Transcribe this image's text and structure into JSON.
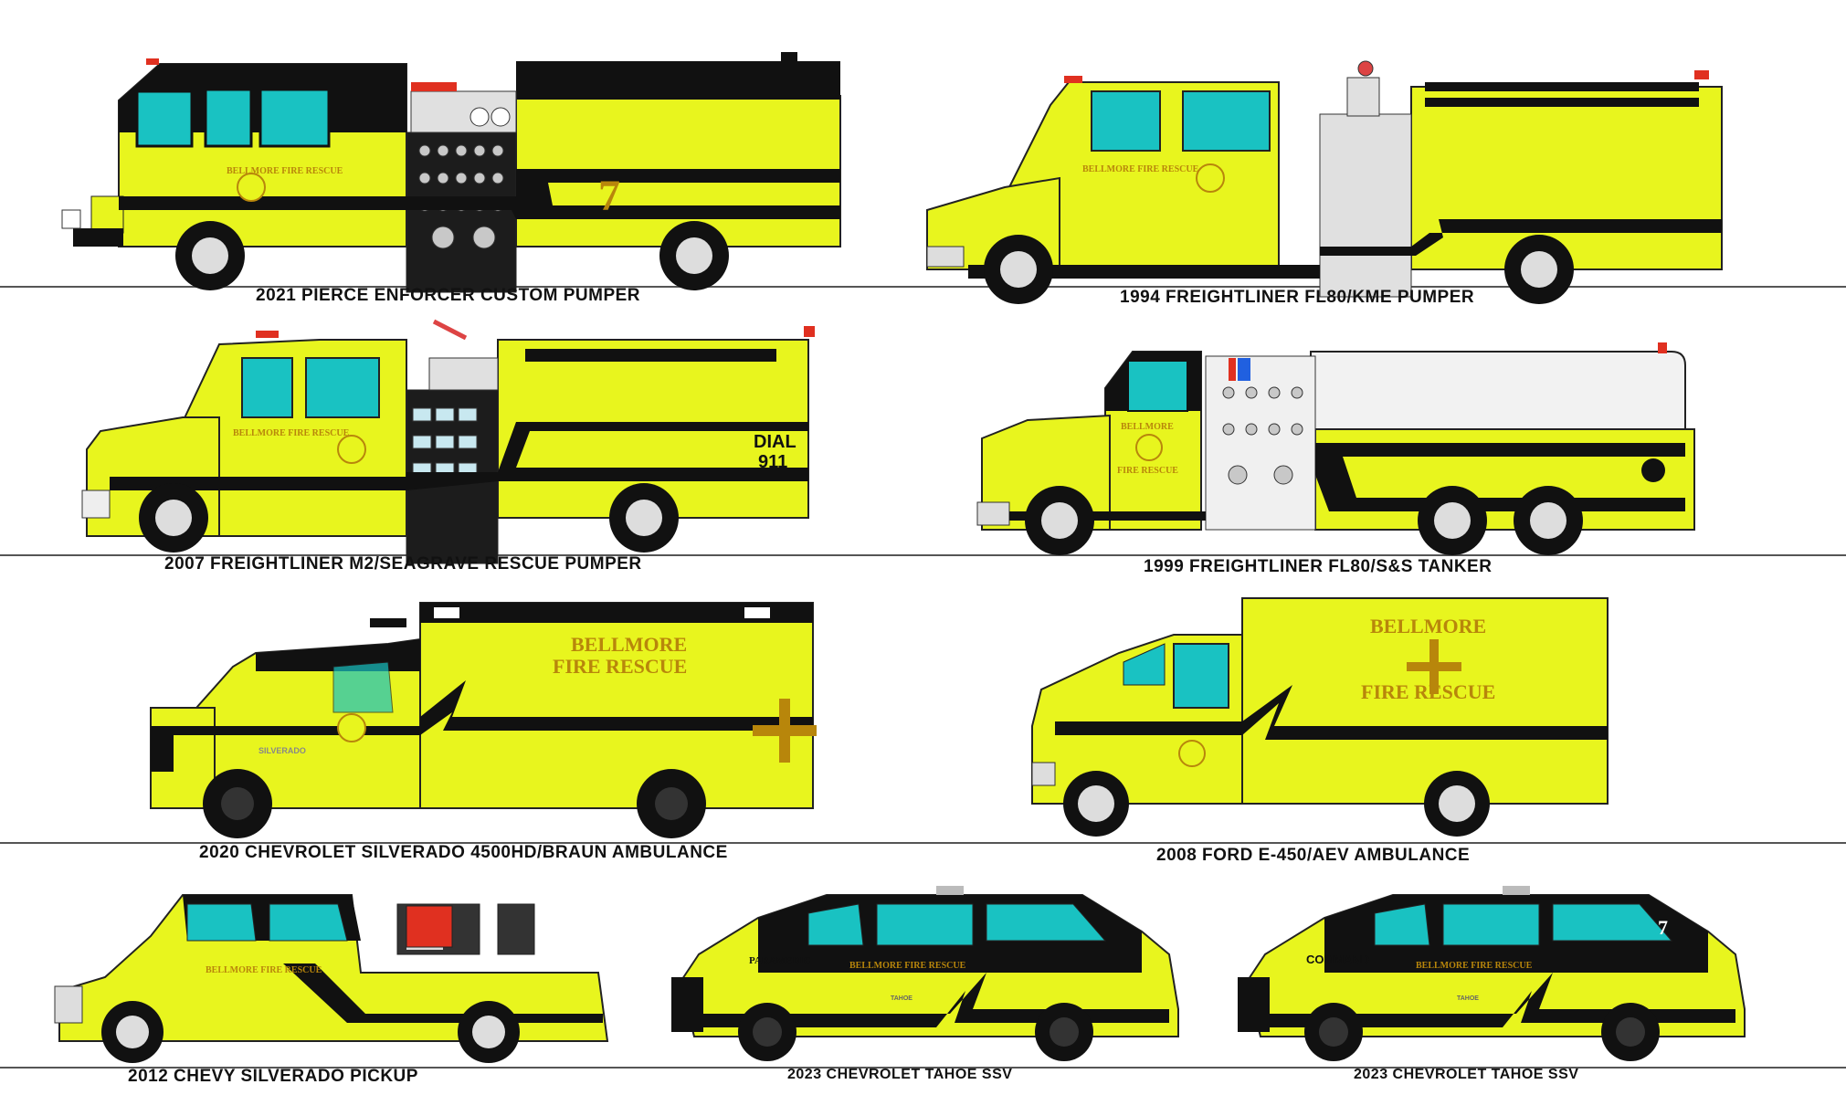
{
  "colors": {
    "body": "#e8f51e",
    "stripe": "#111111",
    "glass": "#19c2c2",
    "outline": "#222222",
    "chrome": "#d8d8d8",
    "tank": "#f2f2f2",
    "lettering": "#b8860b",
    "light_red": "#e03020",
    "light_blue": "#2060e0"
  },
  "vehicles": {
    "pierce": {
      "caption": "2021 PIERCE ENFORCER CUSTOM PUMPER",
      "unit": "7",
      "door": "BELLMORE FIRE RESCUE"
    },
    "fl80_pumper": {
      "caption": "1994 FREIGHTLINER FL80/KME PUMPER",
      "door": "BELLMORE FIRE RESCUE"
    },
    "m2": {
      "caption": "2007 FREIGHTLINER M2/SEAGRAVE RESCUE PUMPER",
      "door": "BELLMORE FIRE RESCUE",
      "dial_line1": "DIAL",
      "dial_line2": "911"
    },
    "fl80_tanker": {
      "caption": "1999 FREIGHTLINER FL80/S&S TANKER",
      "door_top": "BELLMORE",
      "door_bottom": "FIRE RESCUE"
    },
    "silverado_amb": {
      "caption": "2020 CHEVROLET SILVERADO 4500HD/BRAUN AMBULANCE",
      "box_line1": "BELLMORE",
      "box_line2": "FIRE RESCUE",
      "badge": "SILVERADO"
    },
    "ford_amb": {
      "caption": "2008 FORD E-450/AEV AMBULANCE",
      "box_line1": "BELLMORE",
      "box_line2": "FIRE RESCUE"
    },
    "pickup": {
      "caption": "2012 CHEVY SILVERADO PICKUP",
      "door": "BELLMORE FIRE RESCUE"
    },
    "tahoe1": {
      "caption": "2023 CHEVROLET TAHOE SSV",
      "role": "PARAMEDIC",
      "door": "BELLMORE FIRE RESCUE",
      "badge": "TAHOE"
    },
    "tahoe2": {
      "caption": "2023 CHEVROLET TAHOE SSV",
      "role": "COMMAND",
      "door": "BELLMORE FIRE RESCUE",
      "unit": "7",
      "badge": "TAHOE"
    }
  }
}
